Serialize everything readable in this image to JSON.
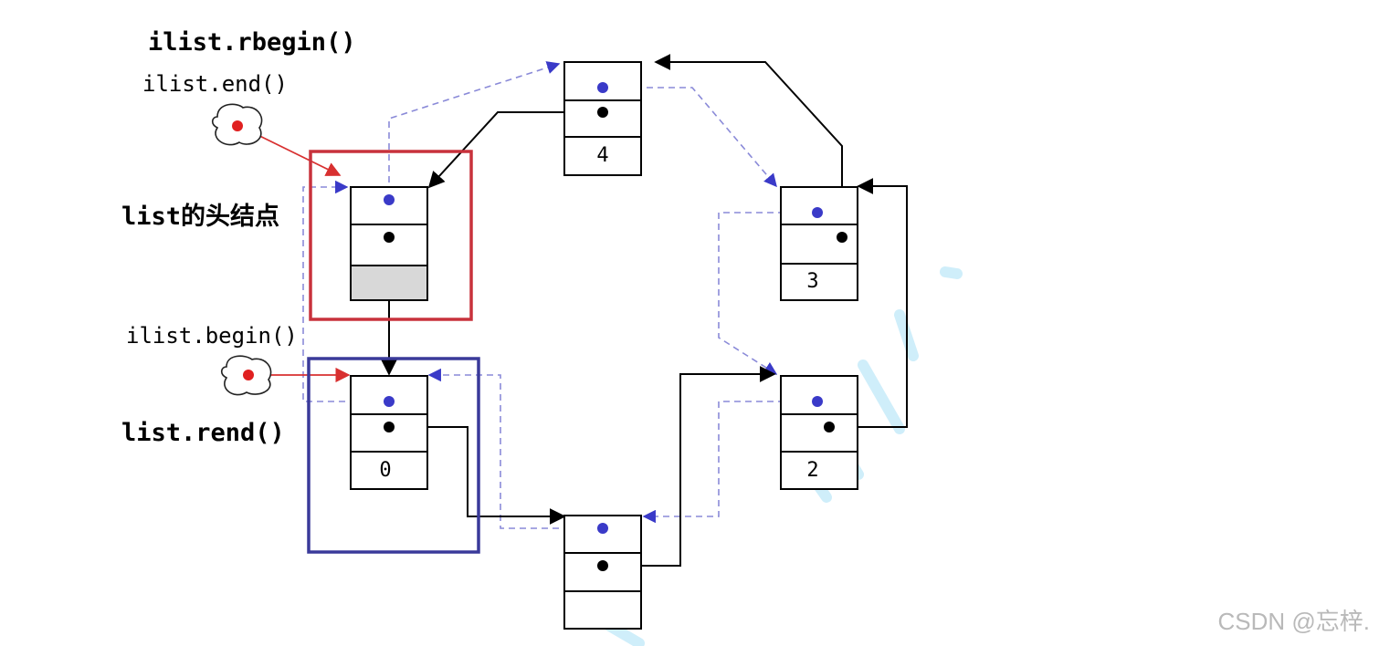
{
  "labels": {
    "rbegin": "ilist.rbegin()",
    "end": "ilist.end()",
    "head": "list的头结点",
    "begin": "ilist.begin()",
    "rend": "list.rend()"
  },
  "nodes": {
    "top": "4",
    "right_top": "3",
    "right_bottom": "2",
    "bottom": "",
    "zero": "0"
  },
  "watermark": "CSDN @忘梓.",
  "colors": {
    "head_frame": "#c8323c",
    "begin_frame": "#3a3a9a",
    "dot_blue": "#3a3ac8",
    "dot_red": "#e02020",
    "arrow_red": "#d83030",
    "dashed_blue": "#8a8ad8",
    "head_shade": "#d8d8d8",
    "watermark_faint": "#cfeefa"
  }
}
